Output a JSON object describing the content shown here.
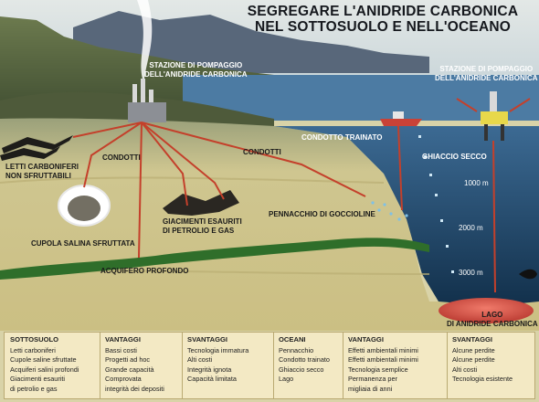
{
  "title": {
    "line1": "SEGREGARE L'ANIDRIDE CARBONICA",
    "line2": "NEL SOTTOSUOLO E NELL'OCEANO"
  },
  "labels": {
    "station_land": [
      "STAZIONE DI POMPAGGIO",
      "DELL'ANIDRIDE CARBONICA"
    ],
    "station_sea": [
      "STAZIONE DI POMPAGGIO",
      "DELL'ANIDRIDE CARBONICA"
    ],
    "coal": [
      "LETTI CARBONIFERI",
      "NON SFRUTTABILI"
    ],
    "conduits_left": "CONDOTTI",
    "conduits_right": "CONDOTTI",
    "towed_pipe": "CONDOTTO TRAINATO",
    "dry_ice": "GHIACCIO SECCO",
    "oil_gas": [
      "GIACIMENTI ESAURITI",
      "DI PETROLIO E GAS"
    ],
    "droplets": "PENNACCHIO DI GOCCIOLINE",
    "salt_dome": "CUPOLA SALINA SFRUTTATA",
    "aquifer": "ACQUIFERO PROFONDO",
    "lake": [
      "LAGO",
      "DI ANIDRIDE CARBONICA"
    ]
  },
  "depths": [
    "1000 m",
    "2000 m",
    "3000 m"
  ],
  "table": {
    "columns": [
      {
        "header": "SOTTOSUOLO",
        "items": [
          "Letti carboniferi",
          "Cupole saline sfruttate",
          "Acquiferi salini profondi",
          "Giacimenti esauriti",
          "di petrolio e gas"
        ]
      },
      {
        "header": "VANTAGGI",
        "items": [
          "Bassi costi",
          "Progetti ad hoc",
          "Grande capacità",
          "Comprovata",
          "integrità dei depositi"
        ]
      },
      {
        "header": "SVANTAGGI",
        "items": [
          "Tecnologia immatura",
          "Alti costi",
          "Integrità ignota",
          "Capacità limitata"
        ]
      },
      {
        "header": "OCEANI",
        "items": [
          "Pennacchio",
          "Condotto trainato",
          "Ghiaccio secco",
          "Lago"
        ]
      },
      {
        "header": "VANTAGGI",
        "items": [
          "Effetti ambientali minimi",
          "Effetti ambientali minimi",
          "Tecnologia semplice",
          "Permanenza per",
          "migliaia di anni"
        ]
      },
      {
        "header": "SVANTAGGI",
        "items": [
          "Alcune perdite",
          "Alcune perdite",
          "Alti costi",
          "Tecnologia esistente"
        ]
      }
    ]
  },
  "colors": {
    "sky": "#c9d6dc",
    "sea_surface": "#4f7ea8",
    "deep_sea": "#1d3f5e",
    "ground": "#c9bf86",
    "aquifer": "#2f6e2a",
    "pipe": "#c4402b",
    "lake": "#d24a3a"
  }
}
